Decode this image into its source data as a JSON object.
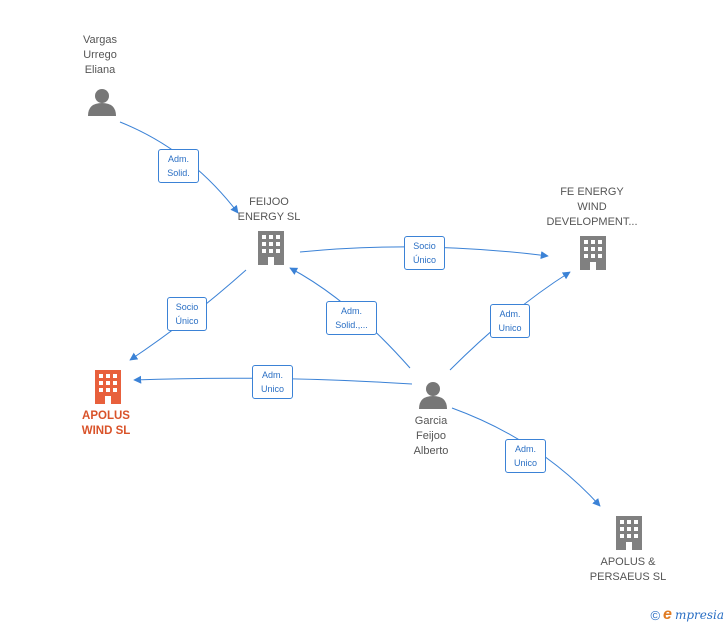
{
  "nodes": {
    "vargas": {
      "lines": [
        "Vargas",
        "Urrego",
        "Eliana"
      ],
      "type": "person"
    },
    "feijoo_energy": {
      "lines": [
        "FEIJOO",
        "ENERGY  SL"
      ],
      "type": "company"
    },
    "fe_energy": {
      "lines": [
        "FE ENERGY",
        "WIND",
        "DEVELOPMENT..."
      ],
      "type": "company"
    },
    "apolus_wind": {
      "lines": [
        "APOLUS",
        "WIND  SL"
      ],
      "type": "company-main"
    },
    "garcia": {
      "lines": [
        "Garcia",
        "Feijoo",
        "Alberto"
      ],
      "type": "person"
    },
    "apolus_persaeus": {
      "lines": [
        "APOLUS &",
        "PERSAEUS  SL"
      ],
      "type": "company"
    }
  },
  "edges": [
    {
      "id": "vargas-feijoo",
      "lines": [
        "Adm.",
        "Solid."
      ]
    },
    {
      "id": "feijoo-fe",
      "lines": [
        "Socio",
        "Único"
      ]
    },
    {
      "id": "feijoo-apolus",
      "lines": [
        "Socio",
        "Único"
      ]
    },
    {
      "id": "garcia-feijoo",
      "lines": [
        "Adm.",
        "Solid.,..."
      ]
    },
    {
      "id": "garcia-fe",
      "lines": [
        "Adm.",
        "Unico"
      ]
    },
    {
      "id": "garcia-apolus",
      "lines": [
        "Adm.",
        "Unico"
      ]
    },
    {
      "id": "garcia-persaeus",
      "lines": [
        "Adm.",
        "Unico"
      ]
    }
  ],
  "colors": {
    "edge": "#3b82d6",
    "company": "#808080",
    "main": "#e8603c",
    "person": "#777777"
  },
  "footer": {
    "copyright": "©",
    "brand_initial": "e",
    "brand_rest": "mpresia"
  }
}
